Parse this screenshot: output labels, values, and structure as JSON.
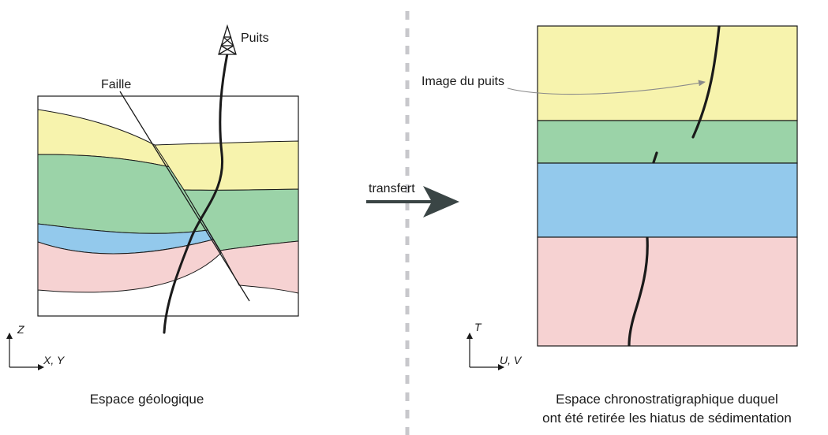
{
  "left_panel": {
    "caption": "Espace géologique",
    "fault_label": "Faille",
    "well_label": "Puits",
    "axis_vertical": "Z",
    "axis_horizontal": "X, Y"
  },
  "transfer": {
    "label": "transfert"
  },
  "right_panel": {
    "caption_line1": "Espace chronostratigraphique duquel",
    "caption_line2": "ont été retirée les hiatus de sédimentation",
    "well_image_label": "Image du puits",
    "axis_vertical": "T",
    "axis_horizontal": "U, V"
  },
  "colors": {
    "layer_yellow": "#f7f3ad",
    "layer_green": "#9bd3a8",
    "layer_blue": "#93c9ec",
    "layer_pink": "#f6d2d2",
    "outline": "#1a1a1a",
    "divider": "#c8c8cc",
    "arrow": "#3a4545",
    "annotation_line": "#8a8a8a"
  }
}
